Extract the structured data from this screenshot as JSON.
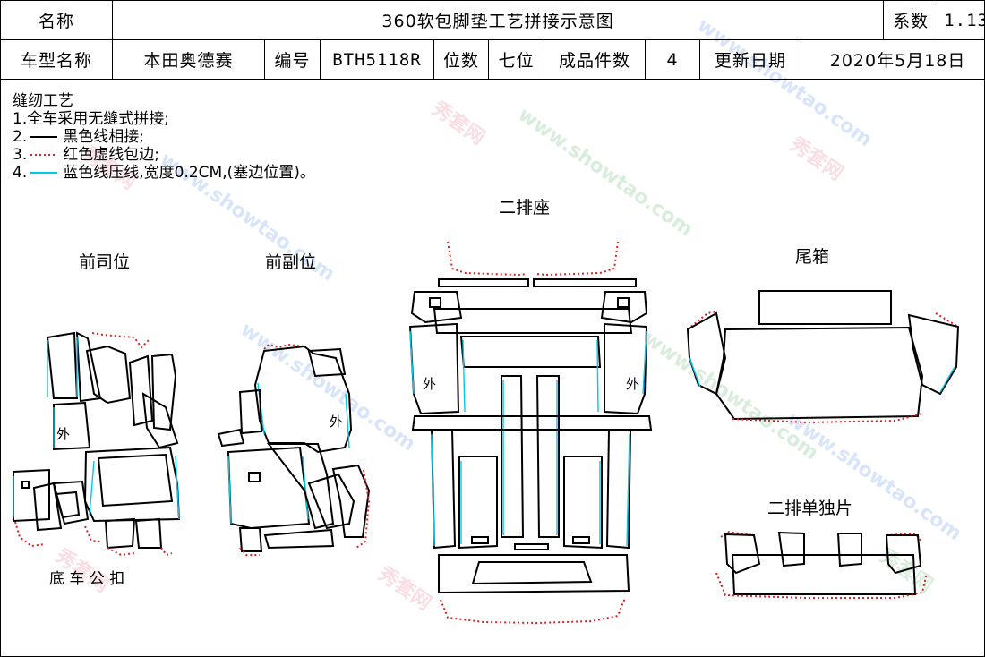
{
  "header": {
    "name_label": "名称",
    "title": "360软包脚垫工艺拼接示意图",
    "coef_label": "系数",
    "coef_value": "1.13",
    "model_label": "车型名称",
    "model_value": "本田奥德赛",
    "code_label": "编号",
    "code_value": "BTH5118R",
    "seat_label": "位数",
    "seat_value": "七位",
    "count_label": "成品件数",
    "count_value": "4",
    "date_label": "更新日期",
    "date_value": "2020年5月18日"
  },
  "notes": {
    "title": "缝纫工艺",
    "item1": "1.全车采用无缝式拼接;",
    "item2_prefix": "2.",
    "item2": "黑色线相接;",
    "item3_prefix": "3.",
    "item3": "红色虚线包边;",
    "item4_prefix": "4.",
    "item4": "蓝色线压线,宽度0.2CM,(塞边位置)。"
  },
  "legend_colors": {
    "black": "#000000",
    "red": "#e02020",
    "blue": "#00c8e8"
  },
  "sections": {
    "driver": "前司位",
    "passenger": "前副位",
    "second_row": "二排座",
    "trunk": "尾箱",
    "second_row_single": "二排单独片",
    "buckle": "底 车 公 扣",
    "outer_left": "外",
    "outer_passenger": "外",
    "outer_second_left": "外",
    "outer_second_right": "外"
  },
  "watermark": {
    "text1": "秀套网",
    "text2": "www.showtao.com"
  }
}
